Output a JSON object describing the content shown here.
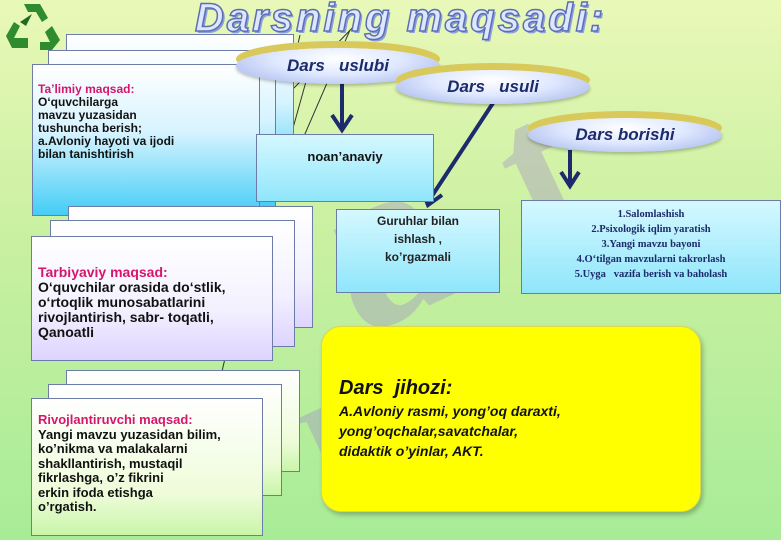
{
  "title": "Darsning  maqsadi:",
  "icons": {
    "recycle": "recycle-icon"
  },
  "ellipses": {
    "uslubi": "Dars   uslubi",
    "usuli": "Dars   usuli",
    "borishi": "Dars borishi"
  },
  "noananaviy": "noan’anaviy",
  "guruhlar": "Guruhlar bilan\nishlash ,\nko’rgazmali",
  "borishi_list": [
    "1.Salomlashish",
    "2.Psixologik iqlim yaratish",
    "3.Yangi mavzu bayoni",
    "4.O‘tilgan mavzularni takrorlash",
    "5.Uyga   vazifa berish va baholash"
  ],
  "goals": {
    "talimiy": {
      "head": "Ta’limiy maqsad:",
      "text": "O‘quvchilarga\nmavzu yuzasidan\n tushuncha berish;\na.Avloniy hayoti va ijodi\nbilan tanishtirish"
    },
    "tarbiyaviy": {
      "head": "Tarbiyaviy maqsad:",
      "text": "O‘quvchilar orasida do‘stlik,\no‘rtoqlik munosabatlarini\nrivojlantirish, sabr- toqatli,\nQanoatli"
    },
    "rivojlantiruvchi": {
      "head": "Rivojlantiruvchi maqsad:",
      "text": "Yangi mavzu yuzasidan bilim,\n ko’nikma va malakalarni\nshakllantirish, mustaqil\nfikrlashga, o’z fikrini\nerkin ifoda etishga\no’rgatish."
    }
  },
  "jihozi": {
    "head": "Dars  jihozi:",
    "text": "A.Avloniy rasmi, yong’oq daraxti,\nyong’oqchalar,savatchalar,\ndidaktik o’yinlar, AKT."
  },
  "colors": {
    "accent_pink": "#d6156d",
    "navy": "#1c2b6b",
    "yellow_box": "#ffff00"
  }
}
